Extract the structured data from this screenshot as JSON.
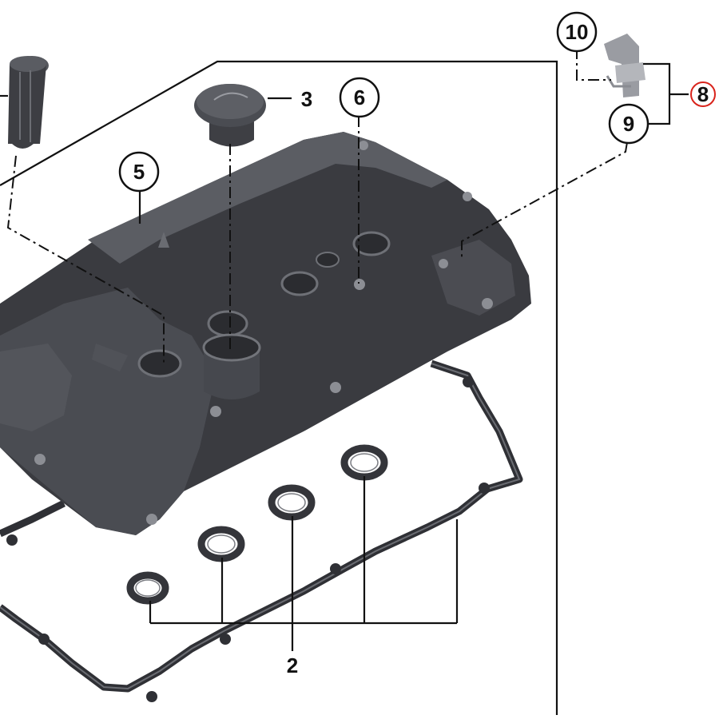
{
  "diagram": {
    "callouts": {
      "c2": "2",
      "c3": "3",
      "c5": "5",
      "c6": "6",
      "c8": "8",
      "c9": "9",
      "c10": "10"
    },
    "colors": {
      "part": "#3a3b40",
      "line": "#111111",
      "highlight_ring": "#d9241c"
    },
    "parts": [
      "cylinder-head-cover",
      "oil-filler-cap",
      "gasket",
      "spark-plug-tube-seals",
      "ventilation-tube",
      "bracket",
      "screw",
      "stud"
    ]
  }
}
